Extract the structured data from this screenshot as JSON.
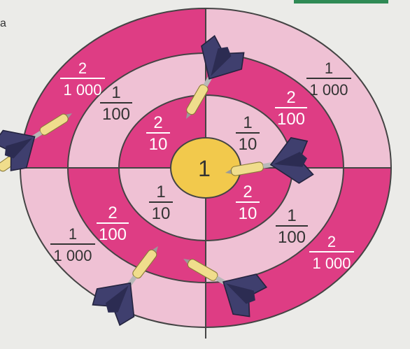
{
  "page": {
    "corner_mark": "a",
    "background_color": "#ebebe8",
    "top_strip_color": "#2f8a55"
  },
  "dartboard": {
    "colors": {
      "dark_pink": "#de3d84",
      "light_pink": "#efc1d4",
      "bull": "#f2c94c",
      "divider": "#444444"
    },
    "bullseye_label": "1",
    "sectors": [
      {
        "name": "outer-top-left",
        "numerator": "2",
        "denominator": "1 000",
        "color": "dark"
      },
      {
        "name": "outer-top-right",
        "numerator": "1",
        "denominator": "1 000",
        "color": "light"
      },
      {
        "name": "outer-bottom-left",
        "numerator": "1",
        "denominator": "1 000",
        "color": "light"
      },
      {
        "name": "outer-bottom-right",
        "numerator": "2",
        "denominator": "1 000",
        "color": "dark"
      },
      {
        "name": "middle-top-left",
        "numerator": "1",
        "denominator": "100",
        "color": "light"
      },
      {
        "name": "middle-top-right",
        "numerator": "2",
        "denominator": "100",
        "color": "dark"
      },
      {
        "name": "middle-bottom-left",
        "numerator": "2",
        "denominator": "100",
        "color": "dark"
      },
      {
        "name": "middle-bottom-right",
        "numerator": "1",
        "denominator": "100",
        "color": "light"
      },
      {
        "name": "inner-top-left",
        "numerator": "2",
        "denominator": "10",
        "color": "dark"
      },
      {
        "name": "inner-top-right",
        "numerator": "1",
        "denominator": "10",
        "color": "light"
      },
      {
        "name": "inner-bottom-left",
        "numerator": "1",
        "denominator": "10",
        "color": "light"
      },
      {
        "name": "inner-bottom-right",
        "numerator": "2",
        "denominator": "10",
        "color": "dark"
      }
    ],
    "dart_icons": [
      "dart-icon",
      "dart-icon",
      "dart-icon",
      "dart-icon",
      "dart-icon",
      "dart-icon"
    ]
  }
}
